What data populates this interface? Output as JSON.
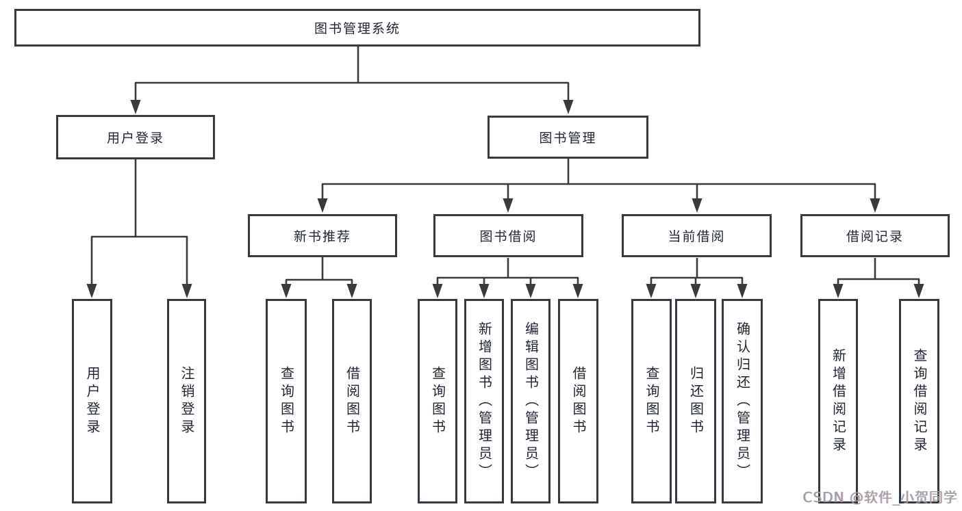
{
  "tree": {
    "root": {
      "label": "图书管理系统",
      "children": [
        {
          "label": "用户登录",
          "children": [
            {
              "label": "用户登录"
            },
            {
              "label": "注销登录"
            }
          ]
        },
        {
          "label": "图书管理",
          "children": [
            {
              "label": "新书推荐",
              "children": [
                {
                  "label": "查询图书"
                },
                {
                  "label": "借阅图书"
                }
              ]
            },
            {
              "label": "图书借阅",
              "children": [
                {
                  "label": "查询图书"
                },
                {
                  "label": "新增图书（管理员）"
                },
                {
                  "label": "编辑图书（管理员）"
                },
                {
                  "label": "借阅图书"
                }
              ]
            },
            {
              "label": "当前借阅",
              "children": [
                {
                  "label": "查询图书"
                },
                {
                  "label": "归还图书"
                },
                {
                  "label": "确认归还（管理员）"
                }
              ]
            },
            {
              "label": "借阅记录",
              "children": [
                {
                  "label": "新增借阅记录"
                },
                {
                  "label": "查询借阅记录"
                }
              ]
            }
          ]
        }
      ]
    }
  },
  "watermark": {
    "text": "CSDN @软件_小贺同学"
  },
  "colors": {
    "line": "#3a3a3a",
    "box_border": "#363a40",
    "text": "#1f2430",
    "watermark": "#9b9b9b",
    "background": "#ffffff"
  }
}
